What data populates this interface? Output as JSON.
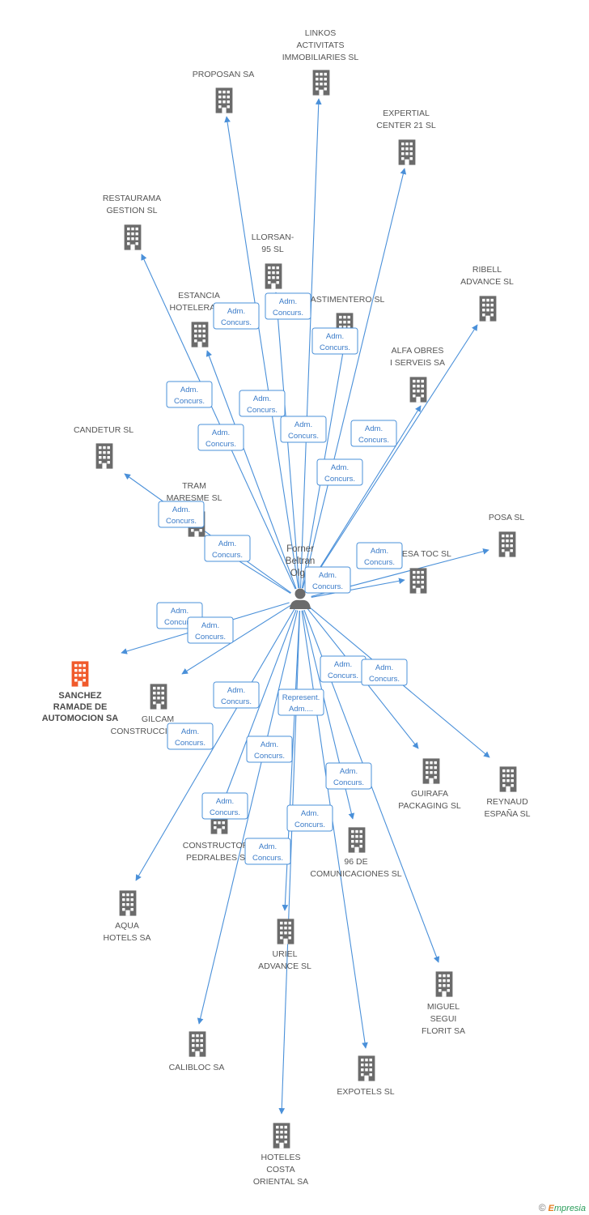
{
  "colors": {
    "edge": "#4a90d9",
    "building": "#6b6b6b",
    "focus_building": "#f05a2b",
    "person": "#6b6b6b"
  },
  "center": {
    "name_lines": [
      "Forner",
      "Beltran",
      "Olga"
    ],
    "icon": "person-icon"
  },
  "companies": [
    {
      "id": "linkos",
      "lines": [
        "LINKOS",
        "ACTIVITATS",
        "IMMOBILIARIES SL"
      ],
      "relation": [
        "Adm.",
        "Concurs."
      ]
    },
    {
      "id": "proposan",
      "lines": [
        "PROPOSAN SA"
      ],
      "relation": [
        "Adm.",
        "Concurs."
      ]
    },
    {
      "id": "expertial",
      "lines": [
        "EXPERTIAL",
        "CENTER 21 SL"
      ],
      "relation": [
        "Adm.",
        "Concurs."
      ]
    },
    {
      "id": "restaurama",
      "lines": [
        "RESTAURAMA",
        "GESTION SL"
      ],
      "relation": [
        "Adm.",
        "Concurs."
      ]
    },
    {
      "id": "llorsan",
      "lines": [
        "LLORSAN-",
        "95 SL"
      ],
      "relation": [
        "Adm.",
        "Concurs."
      ]
    },
    {
      "id": "ribell",
      "lines": [
        "RIBELL",
        "ADVANCE SL"
      ],
      "relation": [
        "Adm.",
        "Concurs."
      ]
    },
    {
      "id": "estancia",
      "lines": [
        "ESTANCIA",
        "HOTELERA SA"
      ],
      "relation": [
        "Adm.",
        "Concurs."
      ]
    },
    {
      "id": "bastimentero",
      "lines": [
        "BASTIMENTERO SL"
      ],
      "relation": [
        "Adm.",
        "Concurs."
      ]
    },
    {
      "id": "alfa",
      "lines": [
        "ALFA OBRES",
        "I SERVEIS SA"
      ],
      "relation": [
        "Adm.",
        "Concurs."
      ]
    },
    {
      "id": "candetur",
      "lines": [
        "CANDETUR SL"
      ],
      "relation": [
        "Adm.",
        "Concurs."
      ]
    },
    {
      "id": "tram",
      "lines": [
        "TRAM",
        "MARESME SL"
      ],
      "relation": [
        "Adm.",
        "Concurs."
      ]
    },
    {
      "id": "posa",
      "lines": [
        "POSA SL"
      ],
      "relation": [
        "Adm.",
        "Concurs."
      ]
    },
    {
      "id": "copesa",
      "lines": [
        "COPESA TOC SL"
      ],
      "relation": [
        "Adm.",
        "Concurs."
      ]
    },
    {
      "id": "sanchez",
      "lines": [
        "SANCHEZ",
        "RAMADE DE",
        "AUTOMOCION SA"
      ],
      "relation": [
        "Adm.",
        "Concurs."
      ],
      "focus": true
    },
    {
      "id": "gilcam",
      "lines": [
        "GILCAM",
        "CONSTRUCCIONES SA"
      ],
      "relation": [
        "Adm.",
        "Concurs."
      ]
    },
    {
      "id": "guirafa",
      "lines": [
        "GUIRAFA",
        "PACKAGING SL"
      ],
      "relation": [
        "Adm.",
        "Concurs."
      ]
    },
    {
      "id": "reynaud",
      "lines": [
        "REYNAUD",
        "ESPAÑA SL"
      ],
      "relation": [
        "Adm.",
        "Concurs."
      ]
    },
    {
      "id": "constructora",
      "lines": [
        "CONSTRUCTORA",
        "PEDRALBES SA"
      ],
      "relation": [
        "Adm.",
        "Concurs."
      ]
    },
    {
      "id": "96de",
      "lines": [
        "96 DE",
        "COMUNICACIONES SL"
      ],
      "relation": [
        "Represent.",
        "Adm...."
      ]
    },
    {
      "id": "aqua",
      "lines": [
        "AQUA",
        "HOTELS SA"
      ],
      "relation": [
        "Adm.",
        "Concurs."
      ]
    },
    {
      "id": "uriel",
      "lines": [
        "URIEL",
        "ADVANCE SL"
      ],
      "relation": [
        "Adm.",
        "Concurs."
      ]
    },
    {
      "id": "miguel",
      "lines": [
        "MIGUEL",
        "SEGUI",
        "FLORIT SA"
      ],
      "relation": [
        "Adm.",
        "Concurs."
      ]
    },
    {
      "id": "calibloc",
      "lines": [
        "CALIBLOC SA"
      ],
      "relation": [
        "Adm.",
        "Concurs."
      ]
    },
    {
      "id": "expotels",
      "lines": [
        "EXPOTELS SL"
      ],
      "relation": [
        "Adm.",
        "Concurs."
      ]
    },
    {
      "id": "hoteles",
      "lines": [
        "HOTELES",
        "COSTA",
        "ORIENTAL SA"
      ],
      "relation": [
        "Adm.",
        "Concurs."
      ]
    }
  ],
  "copyright": {
    "symbol": "©",
    "brand_initial": "E",
    "brand_rest": "mpresia"
  }
}
